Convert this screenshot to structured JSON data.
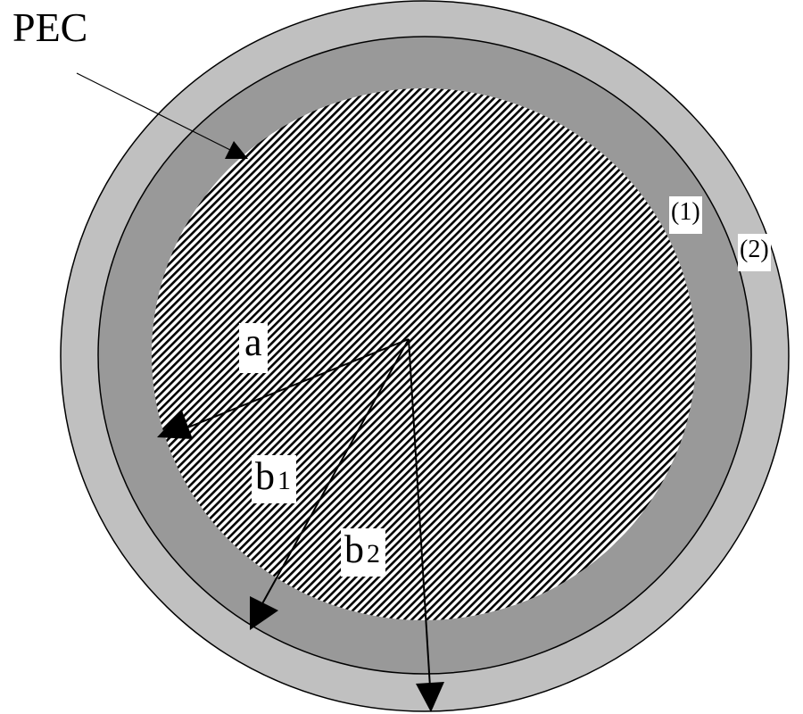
{
  "diagram": {
    "title_label": "PEC",
    "layers": [
      {
        "id": "core",
        "description": "PEC core (hatched)",
        "fill": "hatch"
      },
      {
        "id": "layer1",
        "label": "(1)",
        "fill": "#999999"
      },
      {
        "id": "layer2",
        "label": "(2)",
        "fill": "#c0c0c0"
      }
    ],
    "radii": [
      {
        "symbol": "a",
        "subscript": ""
      },
      {
        "symbol": "b",
        "subscript": "1"
      },
      {
        "symbol": "b",
        "subscript": "2"
      }
    ],
    "colors": {
      "outline": "#000000",
      "layer1": "#999999",
      "layer2": "#c0c0c0",
      "background": "#ffffff"
    }
  }
}
